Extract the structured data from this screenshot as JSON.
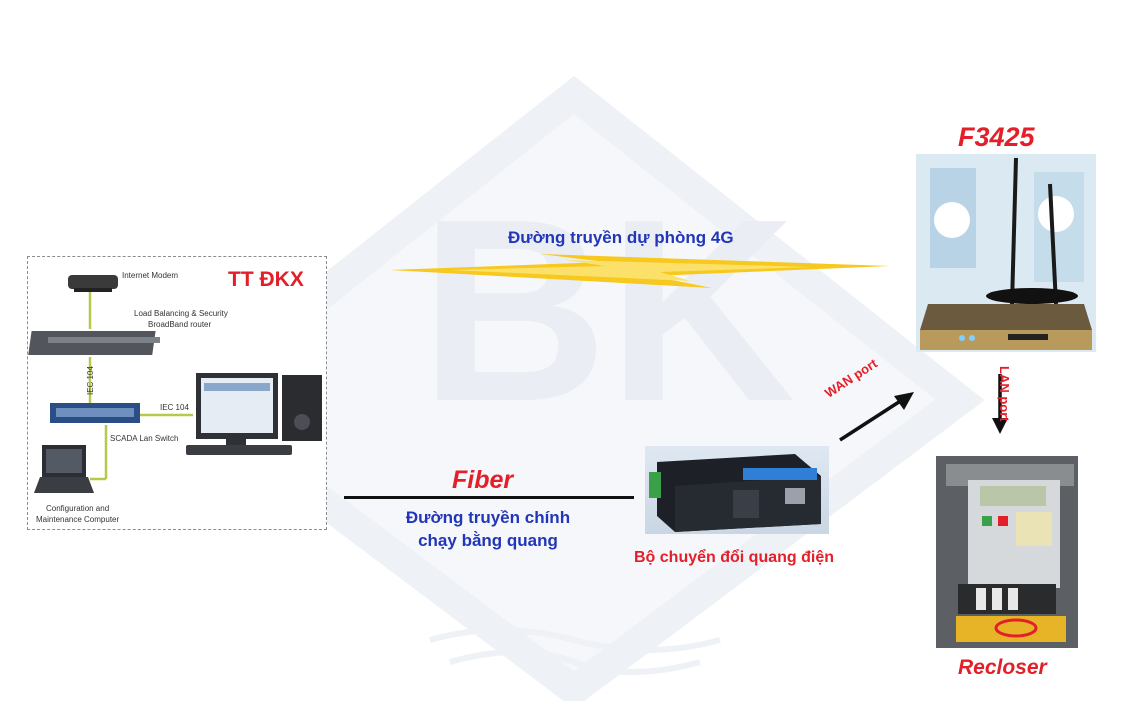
{
  "labels": {
    "ttdkx": "TT ĐKX",
    "f3425": "F3425",
    "recloser": "Recloser",
    "fiber": "Fiber",
    "backup_4g": "Đường truyền dự phòng 4G",
    "main_line_1": "Đường truyền chính",
    "main_line_2": "chạy bằng quang",
    "converter": "Bộ chuyển đổi quang điện",
    "wan_port": "WAN port",
    "lan_port": "LAN port"
  },
  "scada": {
    "internet_modem": "Internet Modem",
    "router_line1": "Load Balancing & Security",
    "router_line2": "BroadBand router",
    "iec_vertical": "IEC 104",
    "iec_horizontal": "IEC 104",
    "lan_switch": "SCADA Lan Switch",
    "config_line1": "Configuration and",
    "config_line2": "Maintenance Computer"
  },
  "colors": {
    "red": "#e3202a",
    "blue": "#2136b8",
    "lightning": "#f7c81e",
    "line_green": "#b7c84a"
  }
}
